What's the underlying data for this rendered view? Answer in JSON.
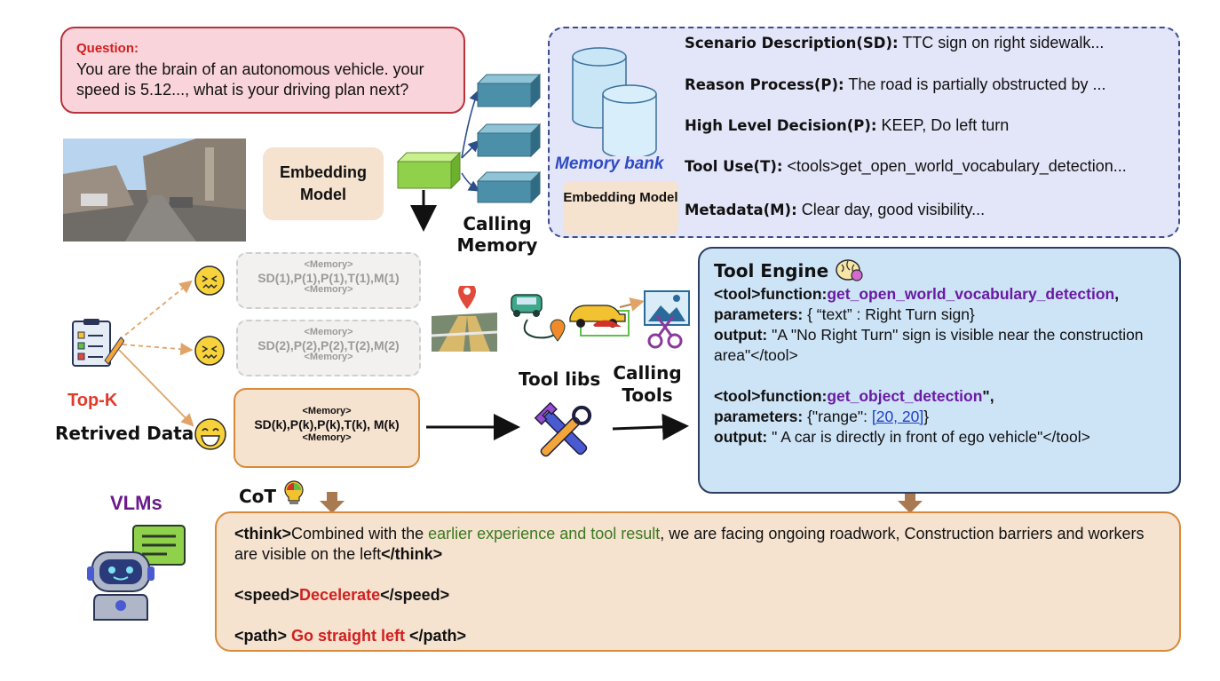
{
  "question": {
    "label": "Question:",
    "text": "You are the brain of an autonomous vehicle. your speed is 5.12..., what is your driving plan next?"
  },
  "memory_panel": {
    "label": "Memory bank",
    "embedding_label": "Embedding Model",
    "fields": [
      {
        "key": "Scenario Description(SD):",
        "value": "TTC sign on right sidewalk..."
      },
      {
        "key": "Reason Process(P):",
        "value": "The road is partially obstructed by ..."
      },
      {
        "key": "High Level Decision(P):",
        "value": "KEEP, Do left turn"
      },
      {
        "key": "Tool Use(T):",
        "value": "<tools>get_open_world_vocabulary_detection..."
      },
      {
        "key": "Metadata(M):",
        "value": "Clear day, good visibility..."
      }
    ]
  },
  "embedding_model": {
    "label": "Embedding Model"
  },
  "calling_memory": "Calling Memory",
  "records": [
    {
      "tag_open": "<Memory>",
      "body": "SD(1),P(1),P(1),T(1),M(1)",
      "tag_close": "<Memory>"
    },
    {
      "tag_open": "<Memory>",
      "body": "SD(2),P(2),P(2),T(2),M(2)",
      "tag_close": "<Memory>"
    },
    {
      "tag_open": "<Memory>",
      "body": "SD(k),P(k),P(k),T(k), M(k)",
      "tag_close": "<Memory>"
    }
  ],
  "top_k": "Top-K",
  "retrived_data": "Retrived Data",
  "tool_libs": "Tool libs",
  "calling_tools": "Calling Tools",
  "tool_engine": {
    "title": "Tool Engine",
    "call1": {
      "open": "<tool>function:",
      "fn": "get_open_world_vocabulary_detection",
      "comma": ",",
      "params_key": "parameters:",
      "params_val": "{ “text” : Right Turn sign}",
      "output_key": "output:",
      "output_val": "\"A \"No Right Turn\" sign is visible near the construction area\"</tool>"
    },
    "call2": {
      "open": "<tool>function:",
      "fn": "get_object_detection",
      "comma": "\",",
      "params_key": "parameters:",
      "params_pre": "{\"range\": ",
      "params_link": "[20, 20]",
      "params_post": "}",
      "output_key": "output:",
      "output_val": "\" A car is directly in front of ego vehicle\"</tool>"
    }
  },
  "cot": "CoT",
  "vlms": "VLMs",
  "output": {
    "think_open": "<think>",
    "think_pre": "Combined with the ",
    "think_green": "earlier experience and tool result",
    "think_post": ", we are facing ongoing roadwork, Construction barriers and workers are  visible on the left",
    "think_close": "</think>",
    "speed_open": "<speed>",
    "speed_val": "Decelerate",
    "speed_close": "</speed>",
    "path_open": "<path> ",
    "path_val": "Go straight left",
    "path_close": " </path>"
  },
  "colors": {
    "question_bg": "#f9d4da",
    "memory_bg": "#e3e5f8",
    "tool_engine_bg": "#cde3f6",
    "output_bg": "#f5e2cf",
    "accent_red": "#d21f1f",
    "accent_purple": "#6a1aa3"
  }
}
